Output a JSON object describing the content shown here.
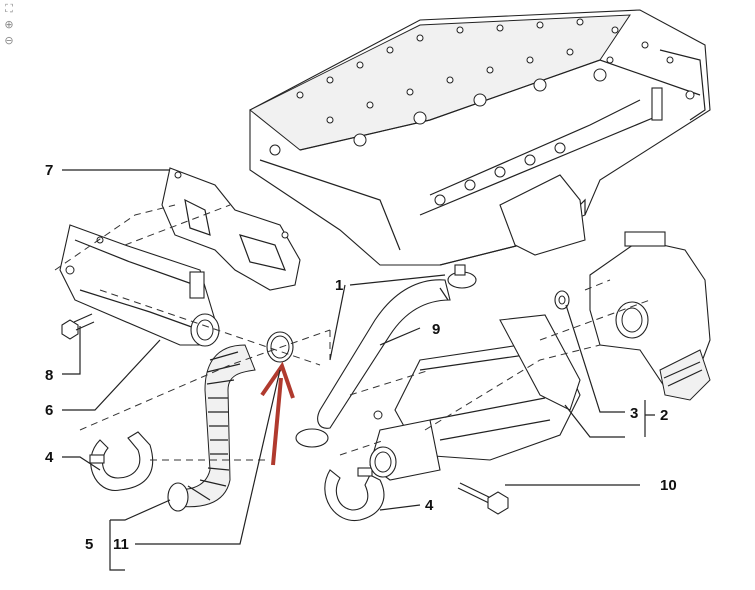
{
  "toolbar": {
    "fit_icon": "fit-page-icon",
    "zoom_in_icon": "zoom-in-icon",
    "zoom_out_icon": "zoom-out-icon"
  },
  "callouts": {
    "c1": "1",
    "c2": "2",
    "c3": "3",
    "c4a": "4",
    "c4b": "4",
    "c5": "5",
    "c6": "6",
    "c7": "7",
    "c8": "8",
    "c9": "9",
    "c10": "10",
    "c11": "11"
  },
  "colors": {
    "line": "#222222",
    "arrow": "#b03a2e",
    "background": "#ffffff"
  }
}
